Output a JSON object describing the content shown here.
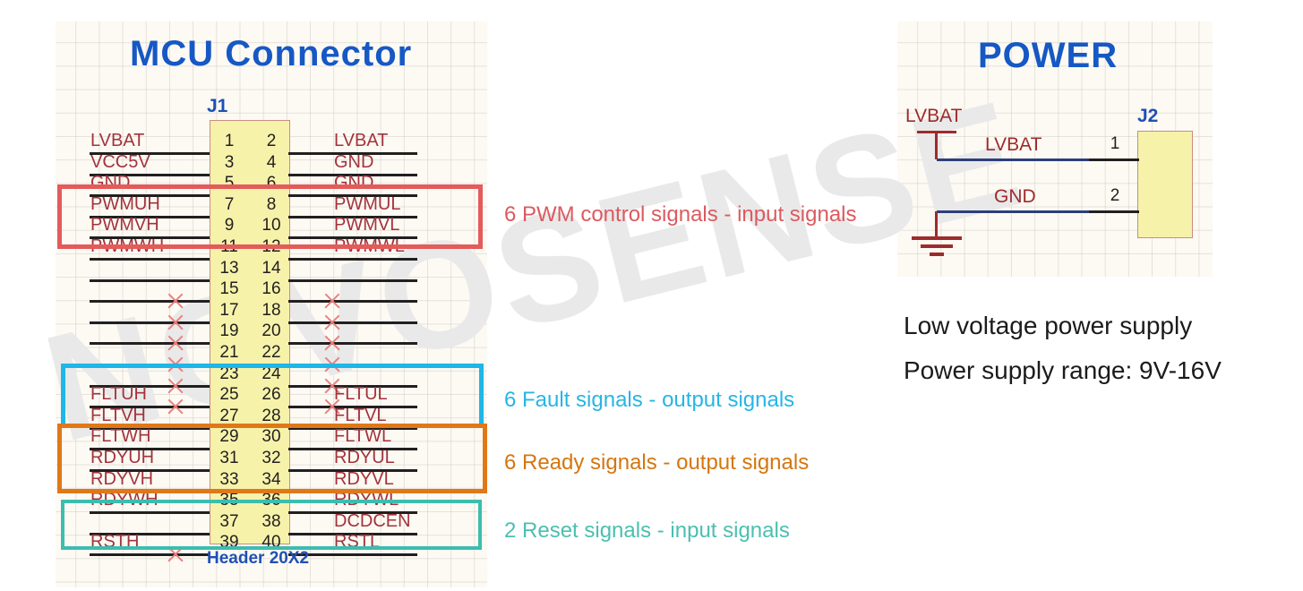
{
  "mcu": {
    "title": "MCU  Connector",
    "ref_des": "J1",
    "part_name": "Header 20X2",
    "pins": [
      {
        "n_left": "1",
        "n_right": "2",
        "left": "LVBAT",
        "right": "LVBAT"
      },
      {
        "n_left": "3",
        "n_right": "4",
        "left": "VCC5V",
        "right": "GND"
      },
      {
        "n_left": "5",
        "n_right": "6",
        "left": "GND",
        "right": "GND"
      },
      {
        "n_left": "7",
        "n_right": "8",
        "left": "PWMUH",
        "right": "PWMUL"
      },
      {
        "n_left": "9",
        "n_right": "10",
        "left": "PWMVH",
        "right": "PWMVL"
      },
      {
        "n_left": "11",
        "n_right": "12",
        "left": "PWMWH",
        "right": "PWMWL"
      },
      {
        "n_left": "13",
        "n_right": "14",
        "left": "",
        "right": ""
      },
      {
        "n_left": "15",
        "n_right": "16",
        "left": "",
        "right": ""
      },
      {
        "n_left": "17",
        "n_right": "18",
        "left": "",
        "right": ""
      },
      {
        "n_left": "19",
        "n_right": "20",
        "left": "",
        "right": ""
      },
      {
        "n_left": "21",
        "n_right": "22",
        "left": "",
        "right": ""
      },
      {
        "n_left": "23",
        "n_right": "24",
        "left": "",
        "right": ""
      },
      {
        "n_left": "25",
        "n_right": "26",
        "left": "FLTUH",
        "right": "FLTUL"
      },
      {
        "n_left": "27",
        "n_right": "28",
        "left": "FLTVH",
        "right": "FLTVL"
      },
      {
        "n_left": "29",
        "n_right": "30",
        "left": "FLTWH",
        "right": "FLTWL"
      },
      {
        "n_left": "31",
        "n_right": "32",
        "left": "RDYUH",
        "right": "RDYUL"
      },
      {
        "n_left": "33",
        "n_right": "34",
        "left": "RDYVH",
        "right": "RDYVL"
      },
      {
        "n_left": "35",
        "n_right": "36",
        "left": "RDYWH",
        "right": "RDYWL"
      },
      {
        "n_left": "37",
        "n_right": "38",
        "left": "",
        "right": "DCDCEN"
      },
      {
        "n_left": "39",
        "n_right": "40",
        "left": "RSTH",
        "right": "RSTL"
      }
    ],
    "no_connect_rows_left": [
      7,
      8,
      9,
      10,
      11,
      12,
      19
    ],
    "no_connect_rows_right": [
      7,
      8,
      9,
      10,
      11,
      12
    ]
  },
  "annotations": [
    {
      "id": "pwm",
      "text": "6 PWM control signals - input signals",
      "color": "#dc5a5f"
    },
    {
      "id": "fault",
      "text": "6 Fault signals - output signals",
      "color": "#27b5e4"
    },
    {
      "id": "ready",
      "text": "6 Ready signals - output signals",
      "color": "#d4760f"
    },
    {
      "id": "reset",
      "text": "2 Reset signals - input signals",
      "color": "#4cbfb0"
    }
  ],
  "power": {
    "title": "POWER",
    "ref_des": "J2",
    "port_label": "LVBAT",
    "nets": [
      {
        "name": "LVBAT",
        "pin": "1"
      },
      {
        "name": "GND",
        "pin": "2"
      }
    ],
    "notes": [
      "Low voltage power supply",
      "Power supply range: 9V-16V"
    ]
  },
  "watermark": "NOVOSENSE"
}
